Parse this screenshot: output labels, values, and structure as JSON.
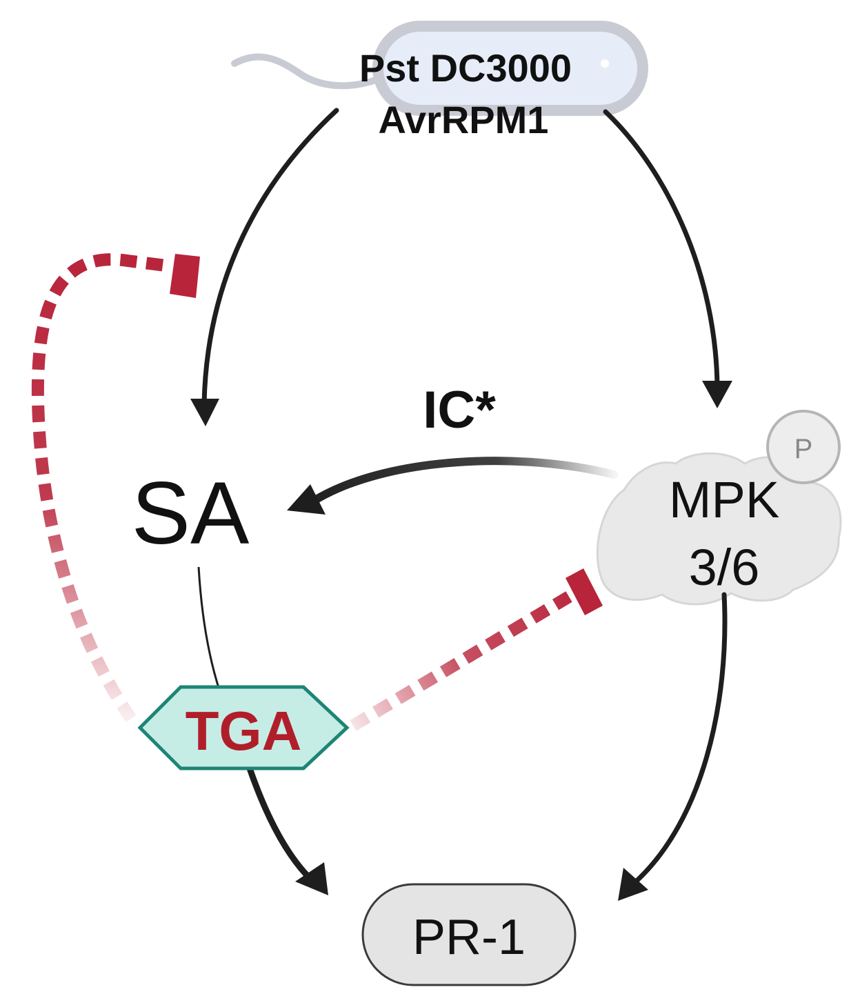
{
  "pathogen": {
    "line1": "Pst DC3000",
    "line2": "AvrRPM1",
    "fill": "#e6edf8",
    "stroke": "#c9cbd4"
  },
  "nodes": {
    "sa": "SA",
    "ic": "IC*",
    "mpk_line1": "MPK",
    "mpk_line2": "3/6",
    "phospho": "P",
    "tga": "TGA",
    "pr1": "PR-1"
  },
  "colors": {
    "arrow": "#1e1e1e",
    "inhibition": "#b8243a",
    "tga_fill": "#c6ece6",
    "tga_stroke": "#1d8575",
    "tga_text": "#b01e2a",
    "mpk_blob": "#e9e9e9",
    "pr1_fill": "#e4e4e4"
  },
  "edges": [
    {
      "from": "pathogen",
      "to": "sa",
      "type": "activation"
    },
    {
      "from": "pathogen",
      "to": "mpk",
      "type": "activation"
    },
    {
      "from": "mpk",
      "to": "sa",
      "type": "activation",
      "label": "IC*"
    },
    {
      "from": "sa",
      "to": "tga",
      "type": "activation"
    },
    {
      "from": "tga",
      "to": "pr1",
      "type": "activation"
    },
    {
      "from": "mpk",
      "to": "pr1",
      "type": "activation"
    },
    {
      "from": "tga",
      "to": "sa-pathway",
      "type": "inhibition"
    },
    {
      "from": "tga",
      "to": "mpk",
      "type": "inhibition"
    }
  ]
}
